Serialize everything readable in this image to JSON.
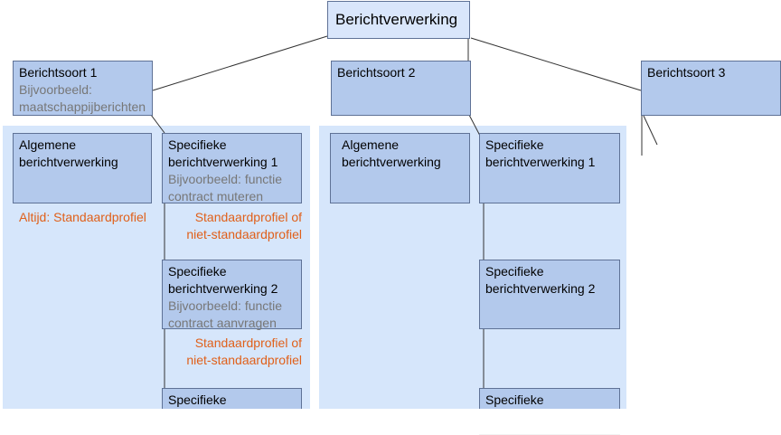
{
  "root": {
    "label": "Berichtverwerking"
  },
  "types": [
    {
      "title": "Berichtsoort 1",
      "example_prefix": "Bijvoorbeeld:",
      "example": "maatschappijberichten"
    },
    {
      "title": "Berichtsoort 2"
    },
    {
      "title": "Berichtsoort 3"
    }
  ],
  "group1": {
    "general": "Algemene berichtverwerking",
    "general_note": "Altijd: Standaardprofiel",
    "specific": [
      {
        "title": "Specifieke berichtverwerking 1",
        "example": "Bijvoorbeeld: functie contract muteren",
        "note": "Standaardprofiel of niet-standaardprofiel"
      },
      {
        "title": "Specifieke berichtverwerking 2",
        "example": "Bijvoorbeeld: functie contract aanvragen",
        "note": "Standaardprofiel of niet-standaardprofiel"
      },
      {
        "title": "Specifieke"
      }
    ]
  },
  "group2": {
    "general": "Algemene berichtverwerking",
    "specific": [
      {
        "title": "Specifieke berichtverwerking 1"
      },
      {
        "title": "Specifieke berichtverwerking 2"
      },
      {
        "title": "Specifieke"
      }
    ]
  }
}
